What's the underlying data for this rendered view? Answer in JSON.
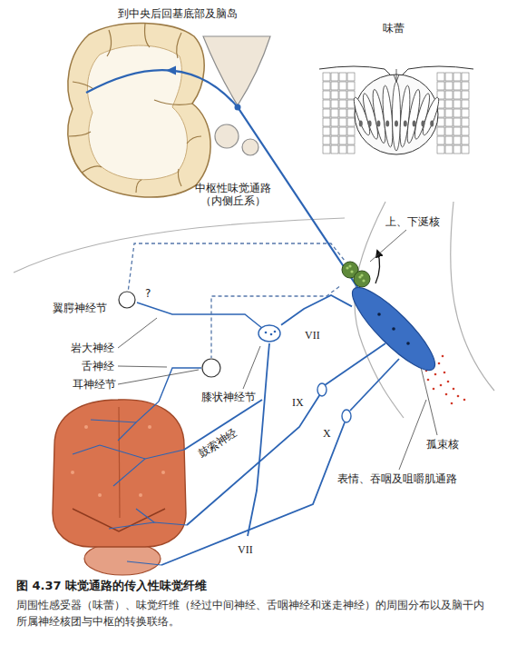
{
  "diagram": {
    "title": "图 4.37 味觉通路的传入性味觉纤维",
    "caption": "周围性感受器（味蕾）、味觉纤维（经过中间神经、舌咽神经和迷走神经）的周围分布以及脑干内所属神经核团与中枢的转换联络。",
    "nodes": [
      {
        "text": [
          "味蕾"
        ]
      },
      {
        "text": [
          "上、下涎核"
        ]
      },
      {
        "text": [
          "翼腭神经节"
        ]
      },
      {
        "text": [
          "耳神经节"
        ]
      },
      {
        "text": [
          "膝状神经节"
        ]
      },
      {
        "text": [
          "孤束核"
        ]
      }
    ],
    "edges": [
      {
        "from": 1,
        "to": 2,
        "arrow": "none"
      },
      {
        "from": 1,
        "to": 3,
        "arrow": "none"
      },
      {
        "from": 4,
        "to": 5,
        "arrow": "none"
      }
    ],
    "labels": [
      "到中央后回基底部及脑岛",
      "中枢性味觉通路 （内侧丘系）",
      "岩大神经",
      "舌神经",
      "?",
      "VII",
      "IX",
      "X",
      "鼓索神经",
      "VII",
      "表情、吞咽及咀嚼肌通路"
    ]
  }
}
